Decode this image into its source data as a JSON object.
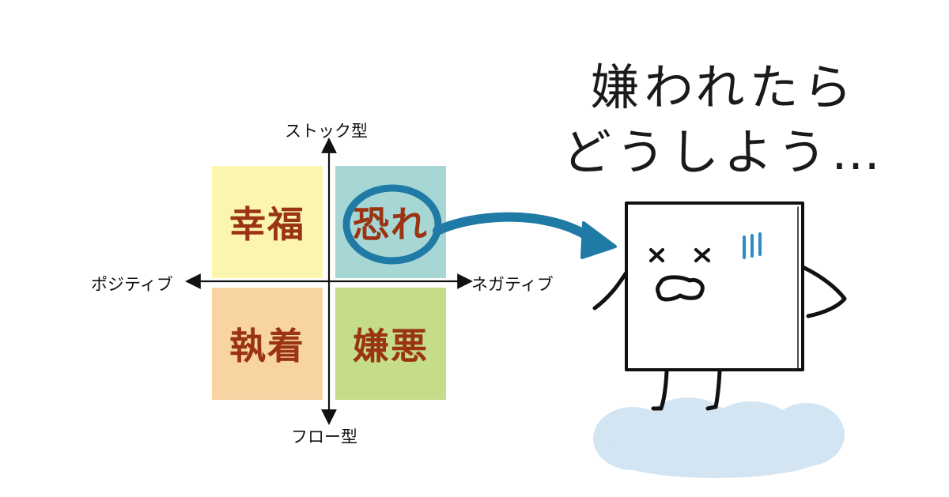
{
  "quadrants": {
    "top_left": {
      "label": "幸福",
      "fill": "#fbf5b0"
    },
    "top_right": {
      "label": "恐れ",
      "fill": "#a7d7d5"
    },
    "bottom_left": {
      "label": "執着",
      "fill": "#f8d4a2"
    },
    "bottom_right": {
      "label": "嫌悪",
      "fill": "#c5dc88"
    }
  },
  "label_color": "#9a3412",
  "axes": {
    "top": "ストック型",
    "bottom": "フロー型",
    "left": "ポジティブ",
    "right": "ネガティブ"
  },
  "highlight_color": "#1f7aa5",
  "headline": {
    "line1": "嫌われたら",
    "line2": "どうしよう…"
  },
  "character": {
    "eyes": "x x",
    "mouth": "o-shaped worried mouth",
    "cheek_marks": "|||",
    "cheek_color": "#2b8dc7",
    "cloud_color": "#cfe3f1"
  }
}
